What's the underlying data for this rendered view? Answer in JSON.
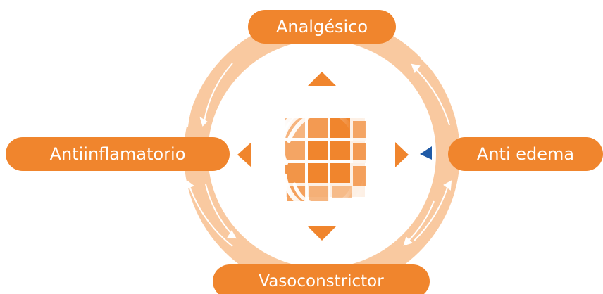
{
  "diagram": {
    "nodes": {
      "top": "Analgésico",
      "left": "Antiinflamatorio",
      "right": "Anti edema",
      "bottom": "Vasoconstrictor"
    },
    "colors": {
      "accent": "#f0852d",
      "ring": "#f9c9a0",
      "marker": "#1f5aa6"
    },
    "icons": {
      "center": "crosshatch-circle-logo-icon"
    }
  }
}
